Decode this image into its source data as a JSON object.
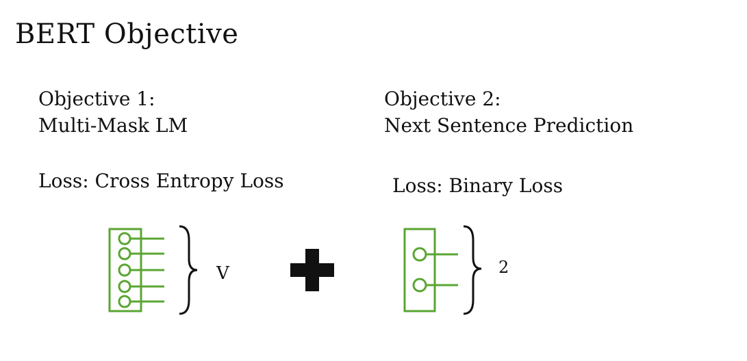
{
  "title": "BERT Objective",
  "objective1": {
    "heading": "Objective 1:",
    "name": "Multi-Mask LM",
    "loss": "Loss: Cross Entropy Loss",
    "size_label": "V",
    "output_units": 5
  },
  "objective2": {
    "heading": "Objective 2:",
    "name": "Next Sentence Prediction",
    "loss": "Loss: Binary Loss",
    "size_label": "2",
    "output_units": 2
  },
  "operator": "plus-icon",
  "colors": {
    "text": "#111111",
    "layer": "#5aa532",
    "brace": "#111111",
    "plus": "#111111"
  }
}
